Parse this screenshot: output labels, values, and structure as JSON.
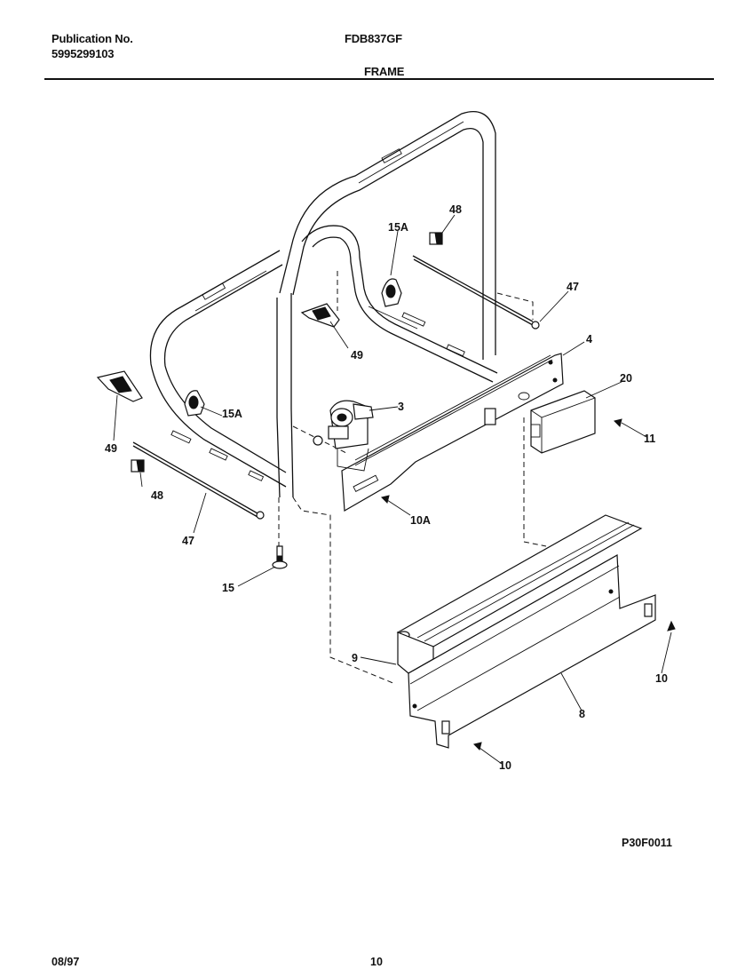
{
  "header": {
    "publication_label": "Publication No.",
    "publication_number": "5995299103",
    "model": "FDB837GF",
    "section_title": "FRAME"
  },
  "callouts": {
    "c3": "3",
    "c4": "4",
    "c8": "8",
    "c9": "9",
    "c10a": "10",
    "c10b": "10",
    "c10A": "10A",
    "c11": "11",
    "c15": "15",
    "c15A_upper": "15A",
    "c15A_lower": "15A",
    "c20": "20",
    "c47_right": "47",
    "c47_left": "47",
    "c48_upper": "48",
    "c48_lower": "48",
    "c49_center": "49",
    "c49_left": "49"
  },
  "footer": {
    "figure_code": "P30F0011",
    "date": "08/97",
    "page": "10"
  }
}
